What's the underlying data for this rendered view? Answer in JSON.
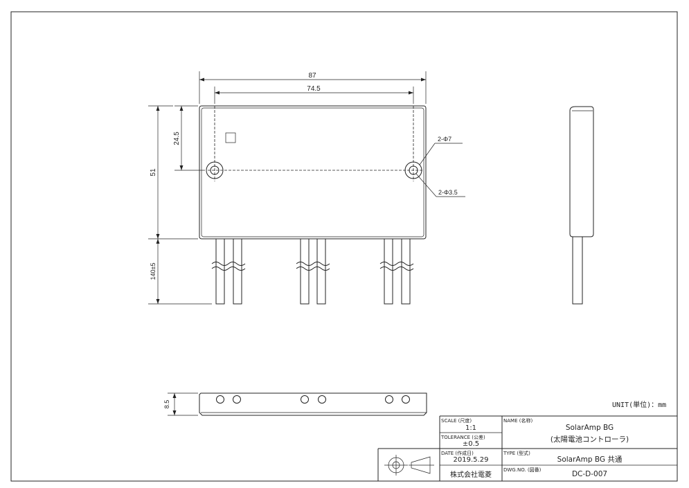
{
  "dimensions": {
    "overall_width": "87",
    "hole_pitch": "74.5",
    "hole_height": "24.5",
    "body_height": "51",
    "lead_length": "140±5",
    "thickness": "8.5",
    "hole_outer": "2-Φ7",
    "hole_inner": "2-Φ3.5"
  },
  "unit_label": "UNIT(単位)：mm",
  "title_block": {
    "scale_label": "SCALE (尺度)",
    "scale_value": "1:1",
    "tolerance_label": "TOLERANCE (公差)",
    "tolerance_value": "±0.5",
    "date_label": "DATE (作成日)",
    "date_value": "2019.5.29",
    "company": "株式会社電菱",
    "name_label": "NAME (名称)",
    "name_line1": "SolarAmp BG",
    "name_line2": "(太陽電池コントローラ)",
    "type_label": "TYPE (型式)",
    "type_value": "SolarAmp BG 共通",
    "dwg_label": "DWG.NO. (図番)",
    "dwg_value": "DC-D-007"
  },
  "icons": {
    "projection_symbol": "third-angle-projection-icon"
  }
}
